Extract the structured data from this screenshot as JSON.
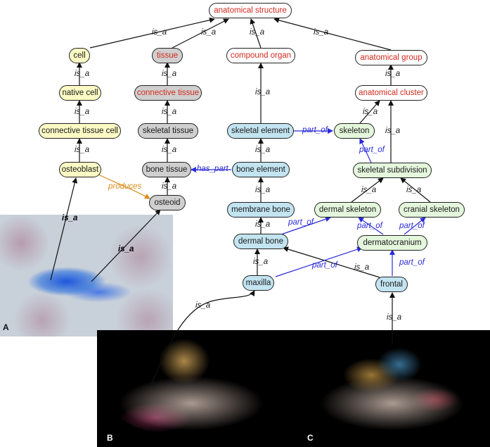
{
  "nodes": {
    "anatomical_structure": "anatomical structure",
    "cell": "cell",
    "tissue": "tissue",
    "compound_organ": "compound organ",
    "anatomical_group": "anatomical group",
    "native_cell": "native cell",
    "connective_tissue": "connective tissue",
    "anatomical_cluster": "anatomical cluster",
    "connective_tissue_cell": "connective tissue cell",
    "skeletal_tissue": "skeletal tissue",
    "skeletal_element": "skeletal element",
    "skeleton": "skeleton",
    "osteoblast": "osteoblast",
    "bone_tissue": "bone tissue",
    "bone_element": "bone element",
    "skeletal_subdivision": "skeletal subdivision",
    "osteoid": "osteoid",
    "membrane_bone": "membrane bone",
    "dermal_skeleton": "dermal skeleton",
    "cranial_skeleton": "cranial skeleton",
    "dermal_bone": "dermal bone",
    "dermatocranium": "dermatocranium",
    "maxilla": "maxilla",
    "frontal": "frontal"
  },
  "relations": {
    "is_a": "is_a",
    "part_of": "part_of",
    "has_part": "has_part",
    "produces": "produces"
  },
  "panels": {
    "a": "A",
    "b": "B",
    "c": "C"
  },
  "colors": {
    "red_text": "#d42a1e",
    "yellow_node": "#fbf9c4",
    "gray_node": "#cfcfcf",
    "blue_node": "#c3e4f1",
    "green_node": "#e4f6dc",
    "part_of_edge": "#2a2ad8",
    "produces_edge": "#d98b1a"
  }
}
